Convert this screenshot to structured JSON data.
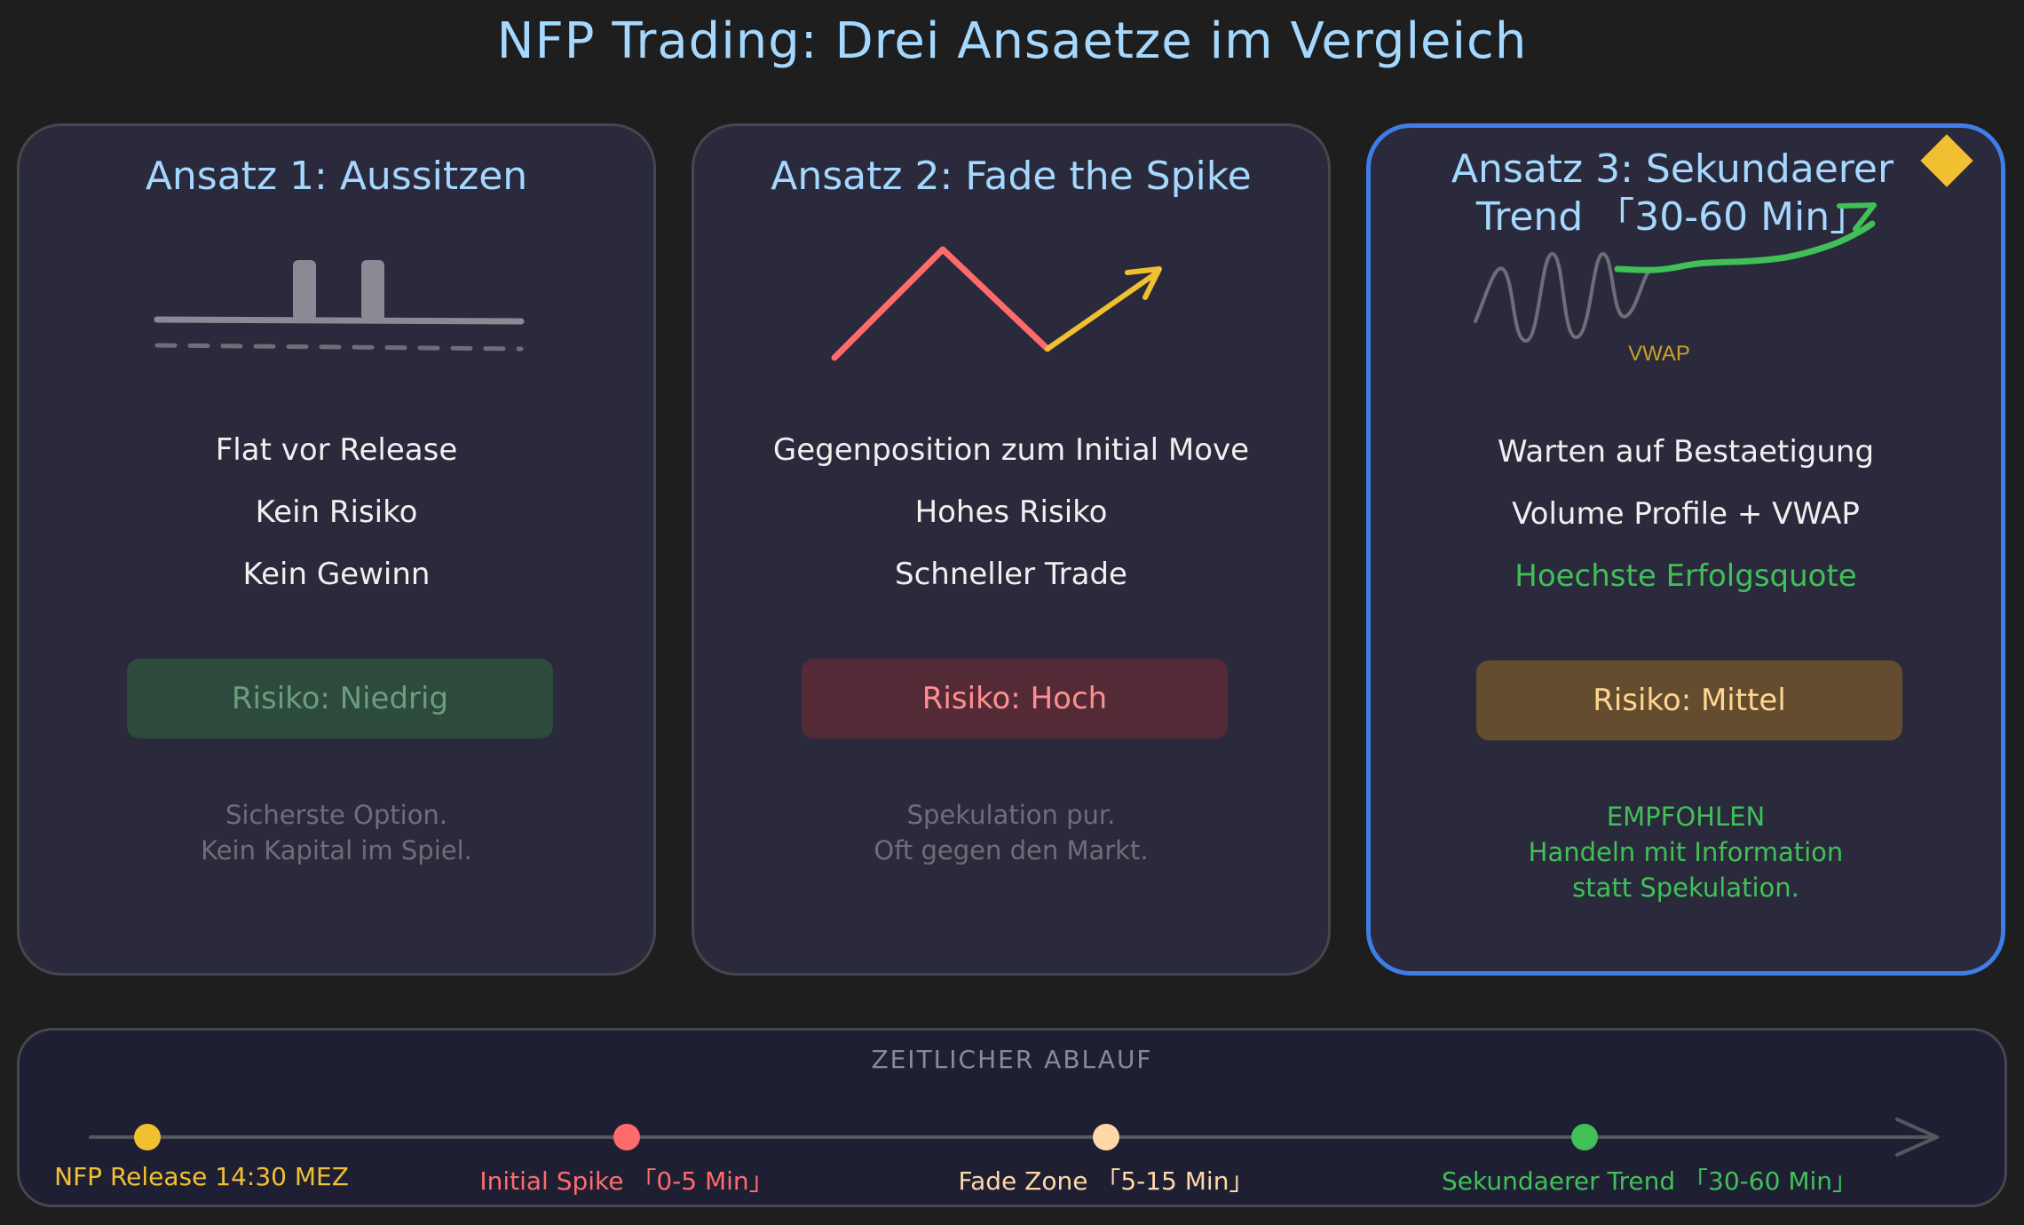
{
  "title": "NFP Trading: Drei Ansaetze im Vergleich",
  "cards": [
    {
      "title": "Ansatz 1: Aussitzen",
      "lines": [
        "Flat vor Release",
        "Kein Risiko",
        "Kein Gewinn"
      ],
      "badge": "Risiko: Niedrig",
      "note": [
        "Sicherste Option.",
        "Kein Kapital im Spiel."
      ]
    },
    {
      "title": "Ansatz 2: Fade the Spike",
      "lines": [
        "Gegenposition zum Initial Move",
        "Hohes Risiko",
        "Schneller Trade"
      ],
      "badge": "Risiko: Hoch",
      "note": [
        "Spekulation pur.",
        "Oft gegen den Markt."
      ]
    },
    {
      "title_line1": "Ansatz 3: Sekundaerer",
      "title_line2": "Trend 「30-60 Min」",
      "icon_label": "VWAP",
      "lines": [
        "Warten auf Bestaetigung",
        "Volume Profile + VWAP",
        "Hoechste Erfolgsquote"
      ],
      "badge": "Risiko: Mittel",
      "note": [
        "EMPFOHLEN",
        "Handeln mit Information",
        "statt Spekulation."
      ]
    }
  ],
  "timeline": {
    "title": "ZEITLICHER ABLAUF",
    "events": [
      {
        "label": "NFP Release 14:30 MEZ",
        "color": "#f0c030"
      },
      {
        "label": "Initial Spike 「0-5 Min」",
        "color": "#ff6b6b"
      },
      {
        "label": "Fade Zone 「5-15 Min」",
        "color": "#ffd8a8"
      },
      {
        "label": "Sekundaerer Trend 「30-60 Min」",
        "color": "#40c057"
      }
    ]
  },
  "colors": {
    "background": "#1e1e1e",
    "card": "#2a2a3c",
    "accent_blue": "#a5d8ff",
    "recommended_border": "#3f7de8",
    "red": "#ff6b6b",
    "yellow": "#f0c030",
    "green": "#40c057"
  }
}
